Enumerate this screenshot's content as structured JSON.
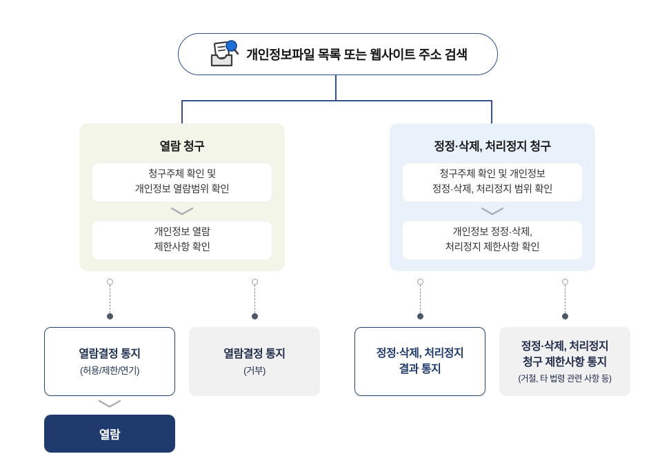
{
  "search": {
    "label": "개인정보파일 목록 또는 웹사이트 주소 검색"
  },
  "branches": {
    "access": {
      "title": "열람 청구",
      "step1_line1": "청구주체 확인 및",
      "step1_line2": "개인정보 열람범위 확인",
      "step2_line1": "개인정보 열람",
      "step2_line2": "제한사항 확인"
    },
    "correction": {
      "title": "정정·삭제, 처리정지 청구",
      "step1_line1": "청구주체 확인 및 개인정보",
      "step1_line2": "정정·삭제, 처리정지 범위 확인",
      "step2_line1": "개인정보 정정·삭제,",
      "step2_line2": "처리정지 제한사항 확인"
    }
  },
  "outcomes": {
    "access_allow": {
      "title": "열람결정 통지",
      "subtitle": "(허용/제한/연기)"
    },
    "access_deny": {
      "title": "열람결정 통지",
      "subtitle": "(거부)"
    },
    "correction_result": {
      "line1": "정정·삭제, 처리정지",
      "line2": "결과 통지"
    },
    "correction_restrict": {
      "line1": "정정·삭제, 처리정지",
      "line2": "청구 제한사항 통지",
      "subtitle": "(거절, 타 법령 관련 사항 등)"
    }
  },
  "final": {
    "label": "열람"
  },
  "colors": {
    "line_navy": "#33508c",
    "border_navy": "#23406e",
    "panel_green": "#f2f5e8",
    "panel_blue": "#e9f2fb",
    "gray_box": "#f1f1f2",
    "button_navy": "#1f3a6d",
    "magnifier_blue": "#1c6fd4"
  }
}
